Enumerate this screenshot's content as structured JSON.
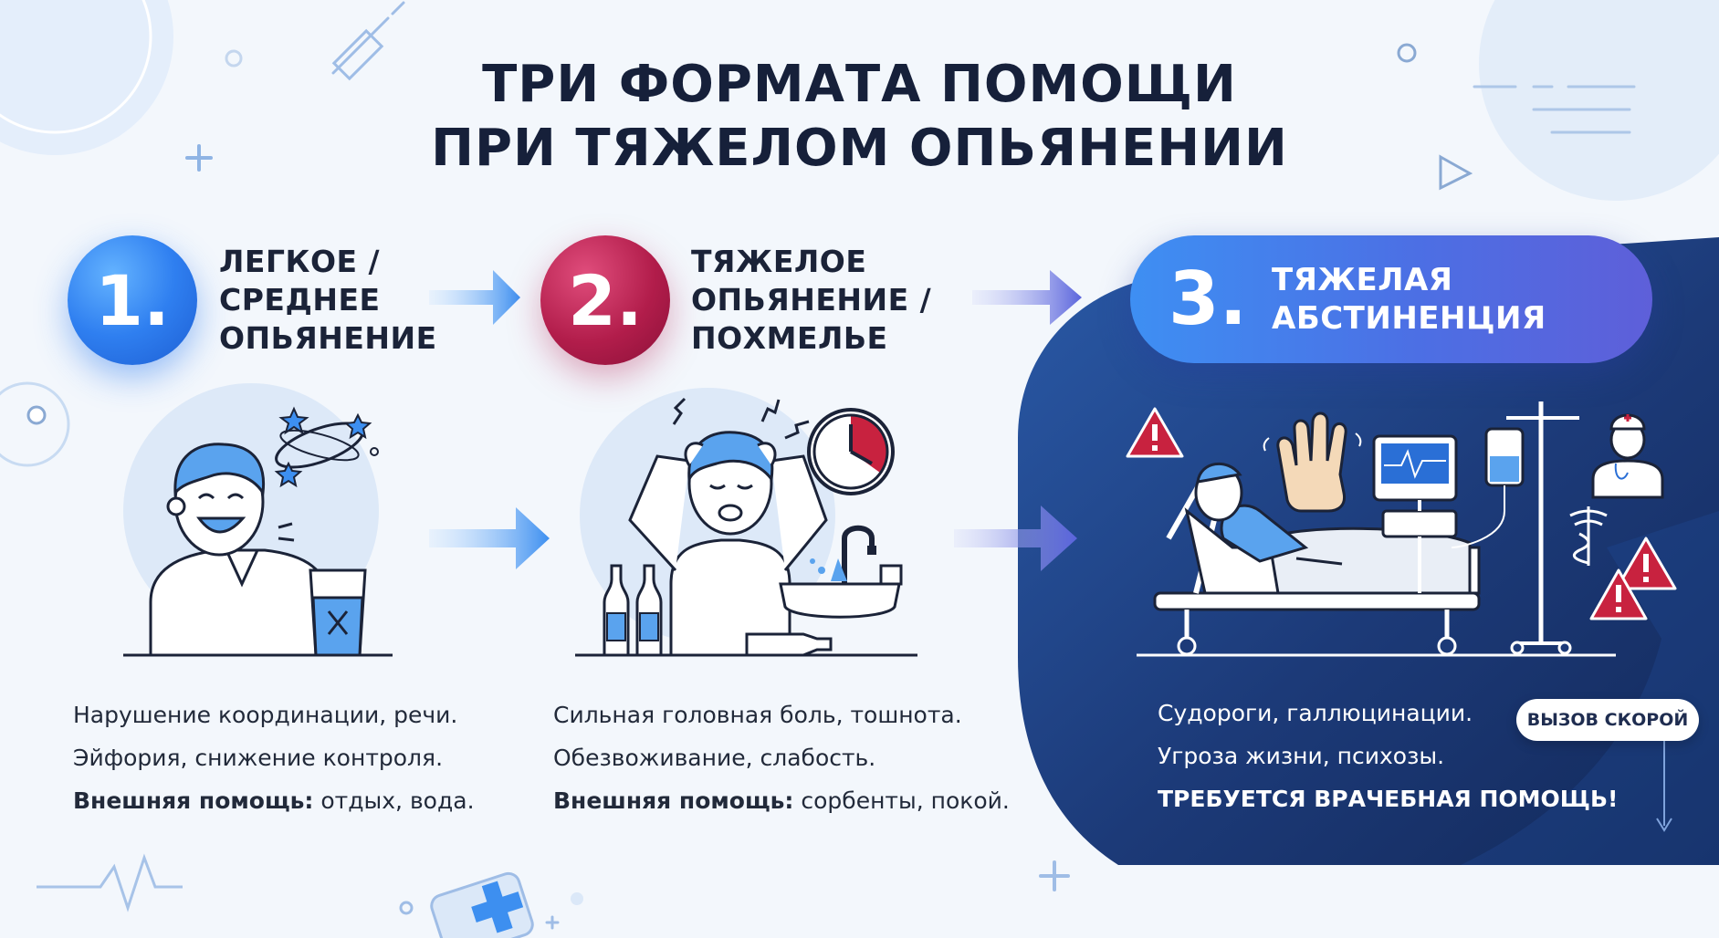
{
  "title": {
    "line1": "ТРИ ФОРМАТА ПОМОЩИ",
    "line2": "ПРИ ТЯЖЕЛОМ ОПЬЯНЕНИИ"
  },
  "stages": [
    {
      "number": "1.",
      "label_lines": [
        "ЛЕГКОЕ /",
        "СРЕДНЕЕ",
        "ОПЬЯНЕНИЕ"
      ],
      "color": "#2f7ff0",
      "description": {
        "line1": "Нарушение координации, речи.",
        "line2": "Эйфория, снижение контроля.",
        "help_label": "Внешняя помощь:",
        "help_text": " отдых, вода."
      }
    },
    {
      "number": "2.",
      "label_lines": [
        "ТЯЖЕЛОЕ",
        "ОПЬЯНЕНИЕ /",
        "ПОХМЕЛЬЕ"
      ],
      "color": "#b21d4b",
      "description": {
        "line1": "Сильная головная боль, тошнота.",
        "line2": "Обезвоживание, слабость.",
        "help_label": "Внешняя помощь:",
        "help_text": " сорбенты, покой."
      }
    },
    {
      "number": "3.",
      "label_lines": [
        "ТЯЖЕЛАЯ",
        "АБСТИНЕНЦИЯ"
      ],
      "color": "#4c6fe4",
      "description": {
        "line1": "Судороги, галлюцинации.",
        "line2": "Угроза жизни, психозы.",
        "alert": "ТРЕБУЕТСЯ ВРАЧЕБНАЯ ПОМОЩЬ!"
      },
      "ambulance_button": "ВЫЗОВ СКОРОЙ"
    }
  ],
  "icons": {
    "stage1": [
      "happy-man-icon",
      "dizzy-stars-icon",
      "water-glass-icon"
    ],
    "stage2": [
      "headache-man-icon",
      "clock-icon",
      "bottles-icon",
      "sink-icon"
    ],
    "stage3": [
      "hospital-bed-icon",
      "trembling-hand-icon",
      "heart-monitor-icon",
      "iv-drip-icon",
      "doctor-icon",
      "caduceus-icon",
      "warning-triangle-icon"
    ]
  },
  "colors": {
    "background": "#f3f7fc",
    "title": "#16203a",
    "stage3_panel": "#1c3a78",
    "warning": "#c8223f"
  }
}
